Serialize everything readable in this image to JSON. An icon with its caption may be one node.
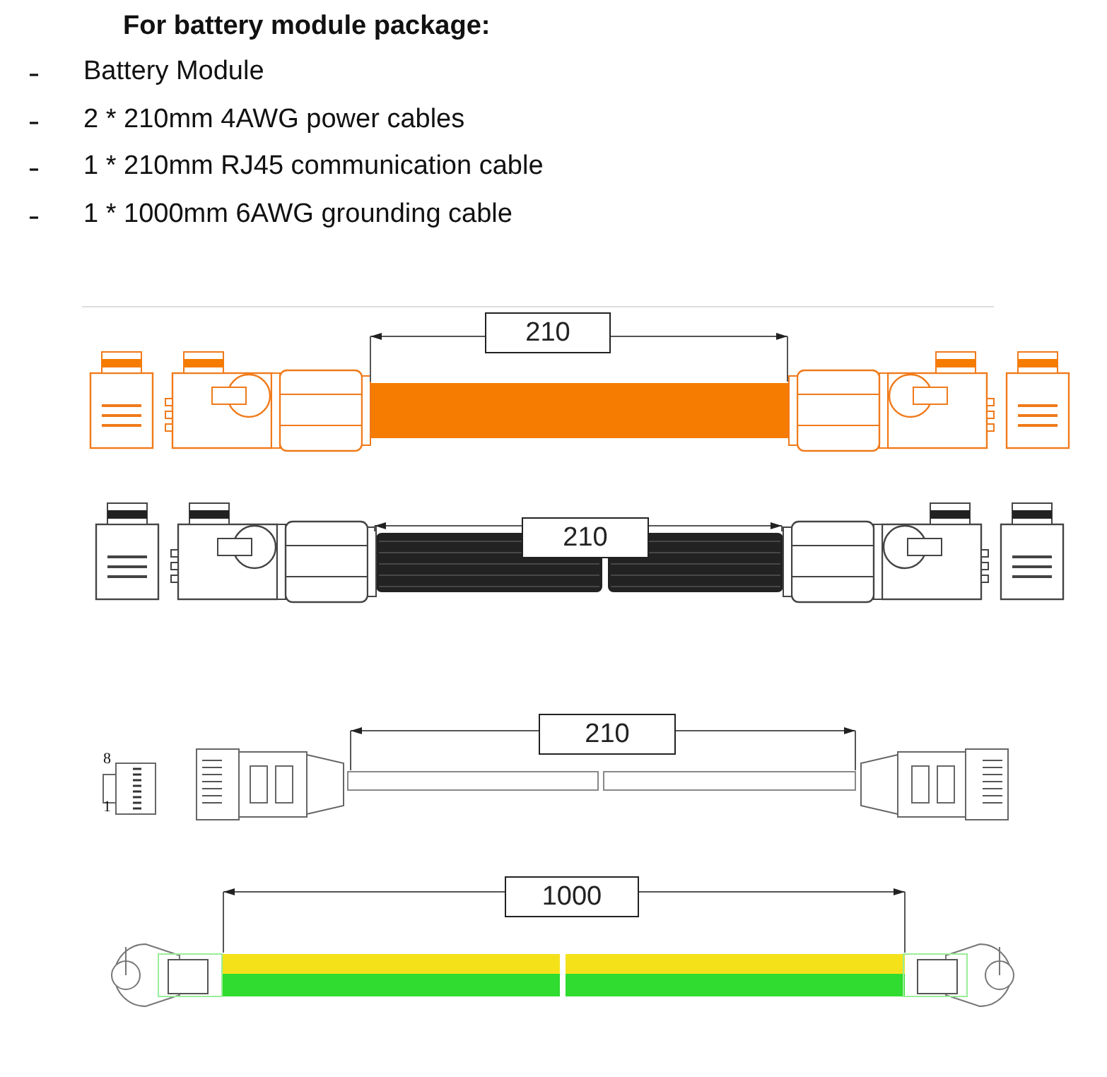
{
  "diagram": {
    "title": "For battery module package:",
    "labels": [
      "Battery Module",
      "2 * 210mm 4AWG power cables",
      "1 * 210mm RJ45 communication cable",
      "1 * 1000mm 6AWG grounding cable",
      "210",
      "210",
      "8",
      "1",
      "210",
      "1000"
    ]
  }
}
